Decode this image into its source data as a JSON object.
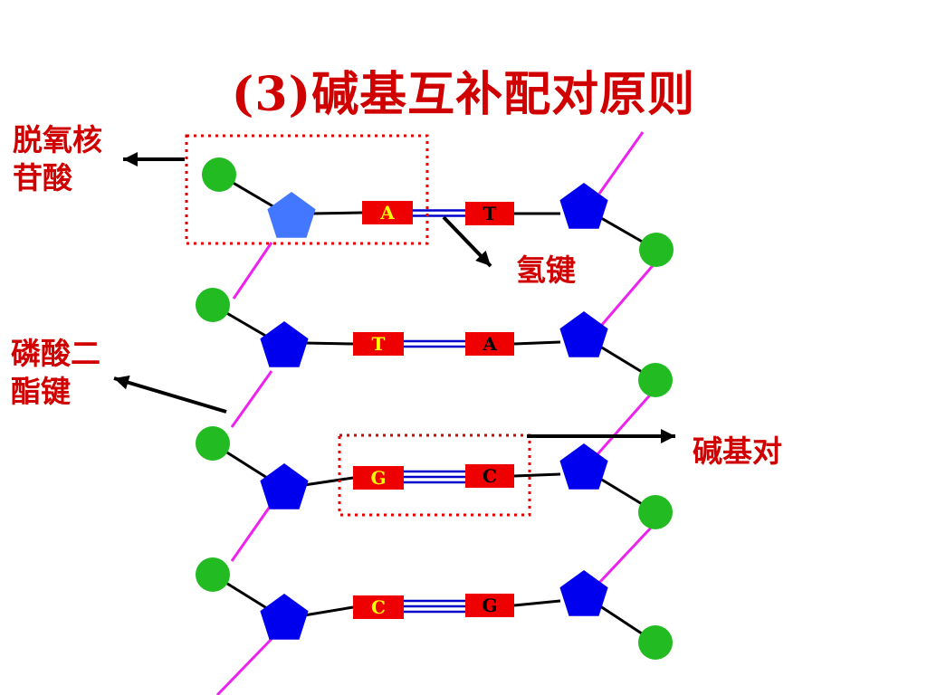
{
  "title": "(3)碱基互补配对原则",
  "labels": {
    "nucleotide_line1": "脱氧核",
    "nucleotide_line2": "苷酸",
    "hydrogen_bond": "氢键",
    "phosphodiester_line1": "磷酸二",
    "phosphodiester_line2": "酯键",
    "base_pair": "碱基对"
  },
  "base_pairs": [
    {
      "left": "A",
      "right": "T",
      "left_color": "#ffff00",
      "right_color": "#000000",
      "bonds": 2
    },
    {
      "left": "T",
      "right": "A",
      "left_color": "#ffff00",
      "right_color": "#000000",
      "bonds": 2
    },
    {
      "left": "G",
      "right": "C",
      "left_color": "#ffff00",
      "right_color": "#000000",
      "bonds": 3
    },
    {
      "left": "C",
      "right": "G",
      "left_color": "#ffff00",
      "right_color": "#000000",
      "bonds": 3
    }
  ],
  "colors": {
    "title": "#d00000",
    "phosphate": "#22bb22",
    "sugar": "#0000ee",
    "sugar_highlight": "#4477ff",
    "base_box": "#ee0000",
    "backbone": "#ee22ee",
    "hydrogen_bond": "#0000cc",
    "highlight_box": "#dd0000"
  },
  "icons": {
    "phosphate": "green-circle",
    "sugar": "blue-pentagon",
    "base": "red-rectangle"
  }
}
